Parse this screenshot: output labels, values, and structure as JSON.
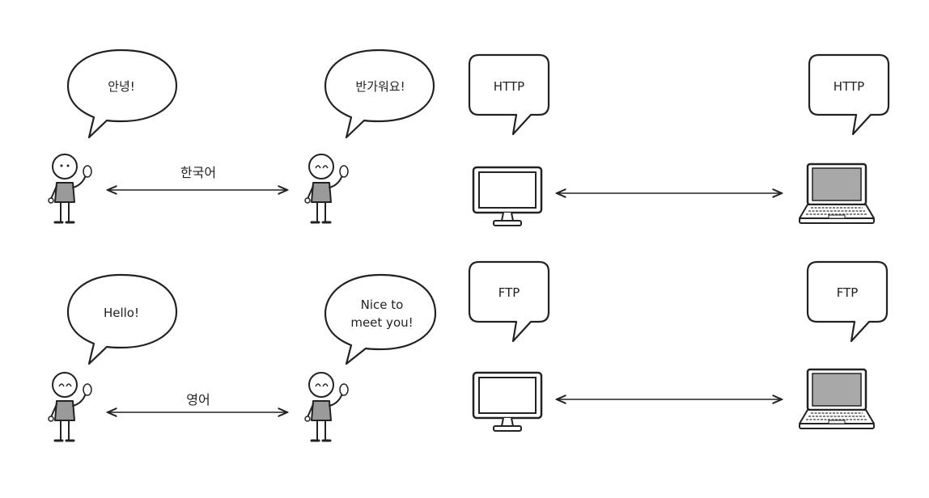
{
  "rows": {
    "korean": {
      "speech_left": "안녕!",
      "speech_right": "반가워요!",
      "language": "한국어"
    },
    "english": {
      "speech_left": "Hello!",
      "speech_right": "Nice to\nmeet you!",
      "language": "영어"
    }
  },
  "protocols": {
    "http": {
      "left": "HTTP",
      "right": "HTTP"
    },
    "ftp": {
      "left": "FTP",
      "right": "FTP"
    }
  },
  "colors": {
    "ink": "#222222",
    "fill_gray": "#9a9a9a",
    "screen_gray": "#a8a8a8",
    "background": "#ffffff"
  },
  "icons": [
    "person-icon",
    "monitor-icon",
    "laptop-icon",
    "speech-bubble-icon",
    "double-arrow-icon"
  ]
}
